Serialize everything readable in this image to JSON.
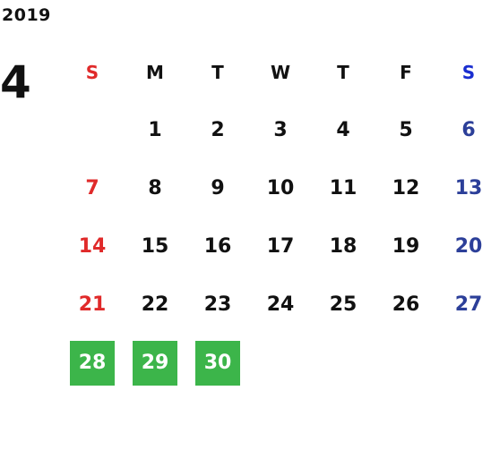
{
  "calendar": {
    "year": "2019",
    "month": "4",
    "weekdays": [
      "S",
      "M",
      "T",
      "W",
      "T",
      "F",
      "S"
    ],
    "weeks": [
      [
        "",
        "1",
        "2",
        "3",
        "4",
        "5",
        "6"
      ],
      [
        "7",
        "8",
        "9",
        "10",
        "11",
        "12",
        "13"
      ],
      [
        "14",
        "15",
        "16",
        "17",
        "18",
        "19",
        "20"
      ],
      [
        "21",
        "22",
        "23",
        "24",
        "25",
        "26",
        "27"
      ],
      [
        "28",
        "29",
        "30",
        "",
        "",
        "",
        ""
      ]
    ],
    "highlighted_days": [
      "28",
      "29",
      "30"
    ],
    "colors": {
      "sunday": "#e02a2a",
      "saturday_header": "#1a2ed0",
      "saturday": "#2c3f99",
      "highlight_bg": "#3cb54a",
      "highlight_text": "#ffffff"
    }
  }
}
